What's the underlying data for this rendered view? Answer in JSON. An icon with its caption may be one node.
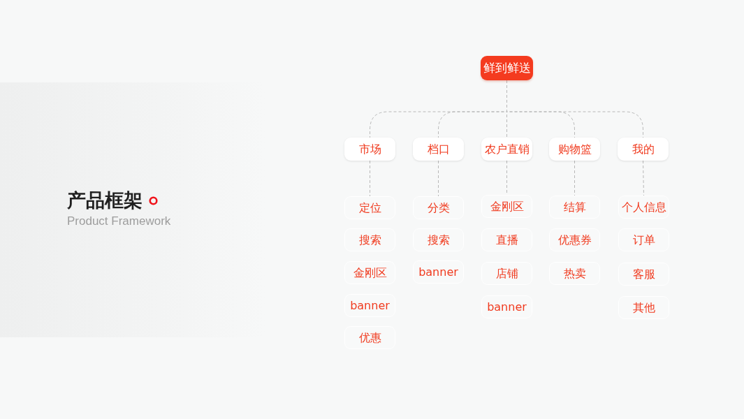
{
  "diagram": {
    "title": "产品框架",
    "nodes": [
      {
        "text": [
          "鲜到鲜送"
        ]
      },
      {
        "text": [
          "市场"
        ]
      },
      {
        "text": [
          "档口"
        ]
      },
      {
        "text": [
          "农户直销"
        ]
      },
      {
        "text": [
          "购物篮"
        ]
      },
      {
        "text": [
          "我的"
        ]
      },
      {
        "text": [
          "定位"
        ]
      },
      {
        "text": [
          "搜索"
        ]
      },
      {
        "text": [
          "金刚区"
        ]
      },
      {
        "text": [
          "banner"
        ]
      },
      {
        "text": [
          "优惠"
        ]
      },
      {
        "text": [
          "分类"
        ]
      },
      {
        "text": [
          "搜索"
        ]
      },
      {
        "text": [
          "banner"
        ]
      },
      {
        "text": [
          "金刚区"
        ]
      },
      {
        "text": [
          "直播"
        ]
      },
      {
        "text": [
          "店铺"
        ]
      },
      {
        "text": [
          "banner"
        ]
      },
      {
        "text": [
          "结算"
        ]
      },
      {
        "text": [
          "优惠券"
        ]
      },
      {
        "text": [
          "热卖"
        ]
      },
      {
        "text": [
          "个人信息"
        ]
      },
      {
        "text": [
          "订单"
        ]
      },
      {
        "text": [
          "客服"
        ]
      },
      {
        "text": [
          "其他"
        ]
      }
    ],
    "edges": [
      {
        "from": 0,
        "to": 1,
        "arrow": "none"
      },
      {
        "from": 0,
        "to": 2,
        "arrow": "none"
      },
      {
        "from": 0,
        "to": 3,
        "arrow": "none"
      },
      {
        "from": 0,
        "to": 4,
        "arrow": "none"
      },
      {
        "from": 0,
        "to": 5,
        "arrow": "none"
      },
      {
        "from": 1,
        "to": 6,
        "arrow": "none"
      },
      {
        "from": 2,
        "to": 11,
        "arrow": "none"
      },
      {
        "from": 3,
        "to": 14,
        "arrow": "none"
      },
      {
        "from": 4,
        "to": 18,
        "arrow": "none"
      },
      {
        "from": 5,
        "to": 21,
        "arrow": "none"
      }
    ],
    "labels": [
      "Product Framework"
    ]
  }
}
